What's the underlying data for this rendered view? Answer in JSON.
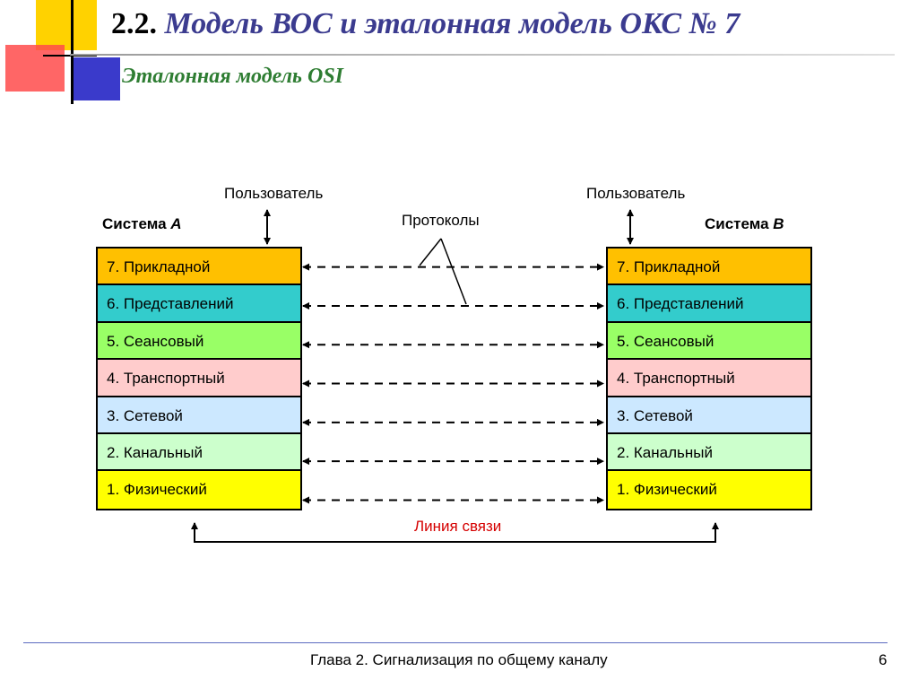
{
  "slide": {
    "title_num": "2.2.",
    "title_text": "Модель ВОС и эталонная модель ОКС № 7",
    "subtitle": "Эталонная модель OSI"
  },
  "diagram": {
    "user_left": "Пользователь",
    "user_right": "Пользователь",
    "system_a_word": "Система",
    "system_a_letter": "A",
    "system_b_word": "Система",
    "system_b_letter": "B",
    "protocols_label": "Протоколы",
    "link_label": "Линия связи",
    "layers": [
      {
        "label": "7. Прикладной",
        "color": "#ffc000"
      },
      {
        "label": "6. Представлений",
        "color": "#33cccc"
      },
      {
        "label": "5. Сеансовый",
        "color": "#99ff66"
      },
      {
        "label": "4. Транспортный",
        "color": "#ffcccc"
      },
      {
        "label": "3. Сетевой",
        "color": "#cce8ff"
      },
      {
        "label": "2. Канальный",
        "color": "#ccffcc"
      },
      {
        "label": "1. Физический",
        "color": "#ffff00"
      }
    ]
  },
  "footer": {
    "chapter": "Глава 2. Сигнализация по общему каналу",
    "page": "6"
  }
}
